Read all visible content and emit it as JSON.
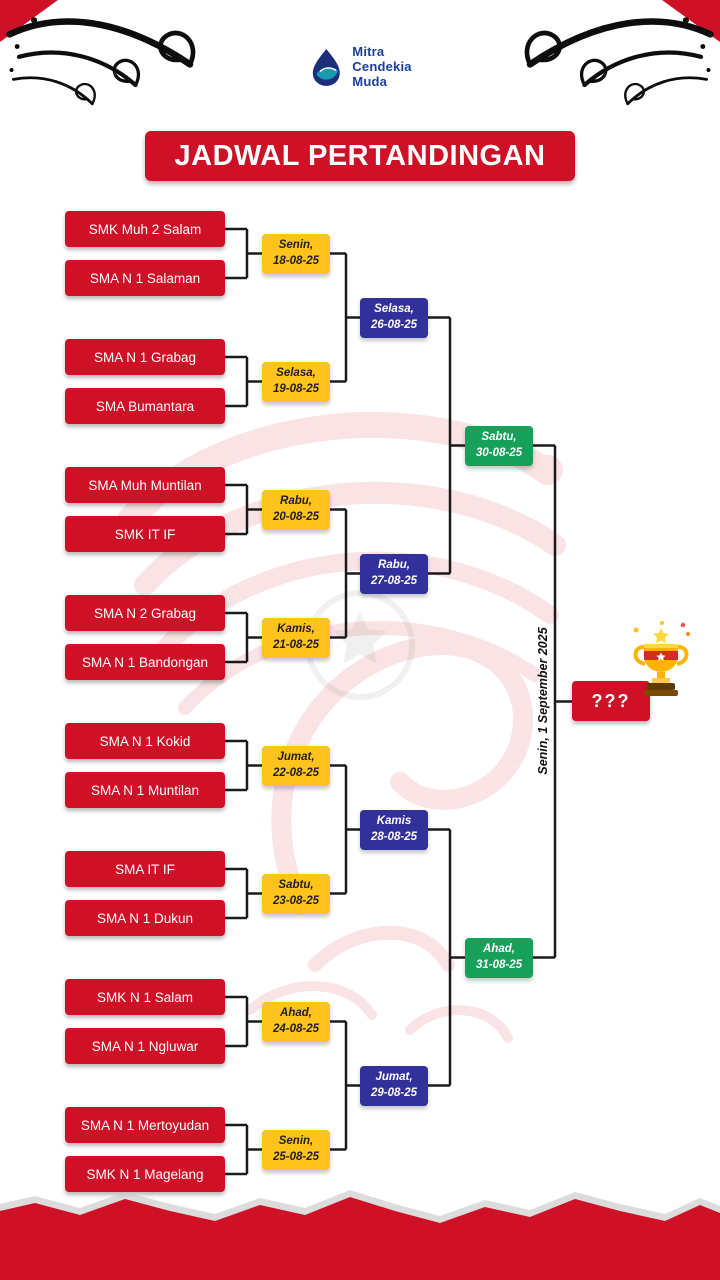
{
  "page": {
    "title": "JADWAL PERTANDINGAN"
  },
  "logo": {
    "lines": [
      "Mitra",
      "Cendekia",
      "Muda"
    ]
  },
  "bracket": {
    "round1": [
      {
        "team1": "SMK Muh 2 Salam",
        "team2": "SMA N 1 Salaman",
        "day": "Senin,",
        "date": "18-08-25"
      },
      {
        "team1": "SMA N 1 Grabag",
        "team2": "SMA Bumantara",
        "day": "Selasa,",
        "date": "19-08-25"
      },
      {
        "team1": "SMA Muh Muntilan",
        "team2": "SMK IT IF",
        "day": "Rabu,",
        "date": "20-08-25"
      },
      {
        "team1": "SMA N 2 Grabag",
        "team2": "SMA N 1 Bandongan",
        "day": "Kamis,",
        "date": "21-08-25"
      },
      {
        "team1": "SMA N 1 Kokid",
        "team2": "SMA N 1 Muntilan",
        "day": "Jumat,",
        "date": "22-08-25"
      },
      {
        "team1": "SMA IT IF",
        "team2": "SMA N 1 Dukun",
        "day": "Sabtu,",
        "date": "23-08-25"
      },
      {
        "team1": "SMK N 1 Salam",
        "team2": "SMA N 1 Ngluwar",
        "day": "Ahad,",
        "date": "24-08-25"
      },
      {
        "team1": "SMA N 1 Mertoyudan",
        "team2": "SMK N 1 Magelang",
        "day": "Senin,",
        "date": "25-08-25"
      }
    ],
    "round2": [
      {
        "day": "Selasa,",
        "date": "26-08-25"
      },
      {
        "day": "Rabu,",
        "date": "27-08-25"
      },
      {
        "day": "Kamis",
        "date": "28-08-25"
      },
      {
        "day": "Jumat,",
        "date": "29-08-25"
      }
    ],
    "semifinals": [
      {
        "day": "Sabtu,",
        "date": "30-08-25"
      },
      {
        "day": "Ahad,",
        "date": "31-08-25"
      }
    ],
    "final": {
      "date": "Senin, 1 September 2025",
      "winner_placeholder": "???"
    }
  },
  "colors": {
    "red": "#CE1126",
    "yellow": "#FFC31E",
    "blue": "#32319B",
    "green": "#16A05A",
    "logo-navy": "#1B3FA0",
    "ink": "#161616"
  }
}
